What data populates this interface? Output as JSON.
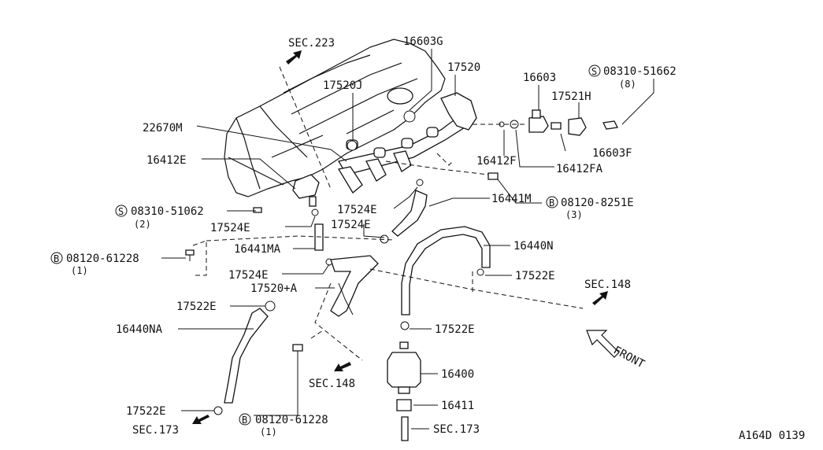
{
  "callouts": [
    {
      "id": "sec223",
      "text": "SEC.223"
    },
    {
      "id": "p16603g",
      "text": "16603G"
    },
    {
      "id": "p17520",
      "text": "17520"
    },
    {
      "id": "p17520j",
      "text": "17520J"
    },
    {
      "id": "p16603",
      "text": "16603"
    },
    {
      "id": "s08310_51662",
      "text": "08310-51662",
      "symbol": "S",
      "qty": "(8)"
    },
    {
      "id": "p17521h",
      "text": "17521H"
    },
    {
      "id": "p22670m",
      "text": "22670M"
    },
    {
      "id": "p16603f",
      "text": "16603F"
    },
    {
      "id": "p16412e",
      "text": "16412E"
    },
    {
      "id": "p16412f",
      "text": "16412F"
    },
    {
      "id": "p16412fa",
      "text": "16412FA"
    },
    {
      "id": "p16441m",
      "text": "16441M"
    },
    {
      "id": "b08120_8251e",
      "text": "08120-8251E",
      "symbol": "B",
      "qty": "(3)"
    },
    {
      "id": "s08310_51062",
      "text": "08310-51062",
      "symbol": "S",
      "qty": "(2)"
    },
    {
      "id": "p17524e_a",
      "text": "17524E"
    },
    {
      "id": "p17524e_b",
      "text": "17524E"
    },
    {
      "id": "p17524e_c",
      "text": "17524E"
    },
    {
      "id": "p16441ma",
      "text": "16441MA"
    },
    {
      "id": "p16440n",
      "text": "16440N"
    },
    {
      "id": "b08120_61228_top",
      "text": "08120-61228",
      "symbol": "B",
      "qty": "(1)"
    },
    {
      "id": "p17524e_d",
      "text": "17524E"
    },
    {
      "id": "p17522e_a",
      "text": "17522E"
    },
    {
      "id": "p17520a",
      "text": "17520+A"
    },
    {
      "id": "sec148_right",
      "text": "SEC.148"
    },
    {
      "id": "p17522e_b",
      "text": "17522E"
    },
    {
      "id": "p16440na",
      "text": "16440NA"
    },
    {
      "id": "p17522e_c",
      "text": "17522E"
    },
    {
      "id": "front",
      "text": "FRONT"
    },
    {
      "id": "p16400",
      "text": "16400"
    },
    {
      "id": "sec148_bottom",
      "text": "SEC.148"
    },
    {
      "id": "p16411",
      "text": "16411"
    },
    {
      "id": "p17522e_d",
      "text": "17522E"
    },
    {
      "id": "sec173_left",
      "text": "SEC.173"
    },
    {
      "id": "b08120_61228_bottom",
      "text": "08120-61228",
      "symbol": "B",
      "qty": "(1)"
    },
    {
      "id": "sec173_right",
      "text": "SEC.173"
    }
  ],
  "diagram_code": "A164D 0139"
}
